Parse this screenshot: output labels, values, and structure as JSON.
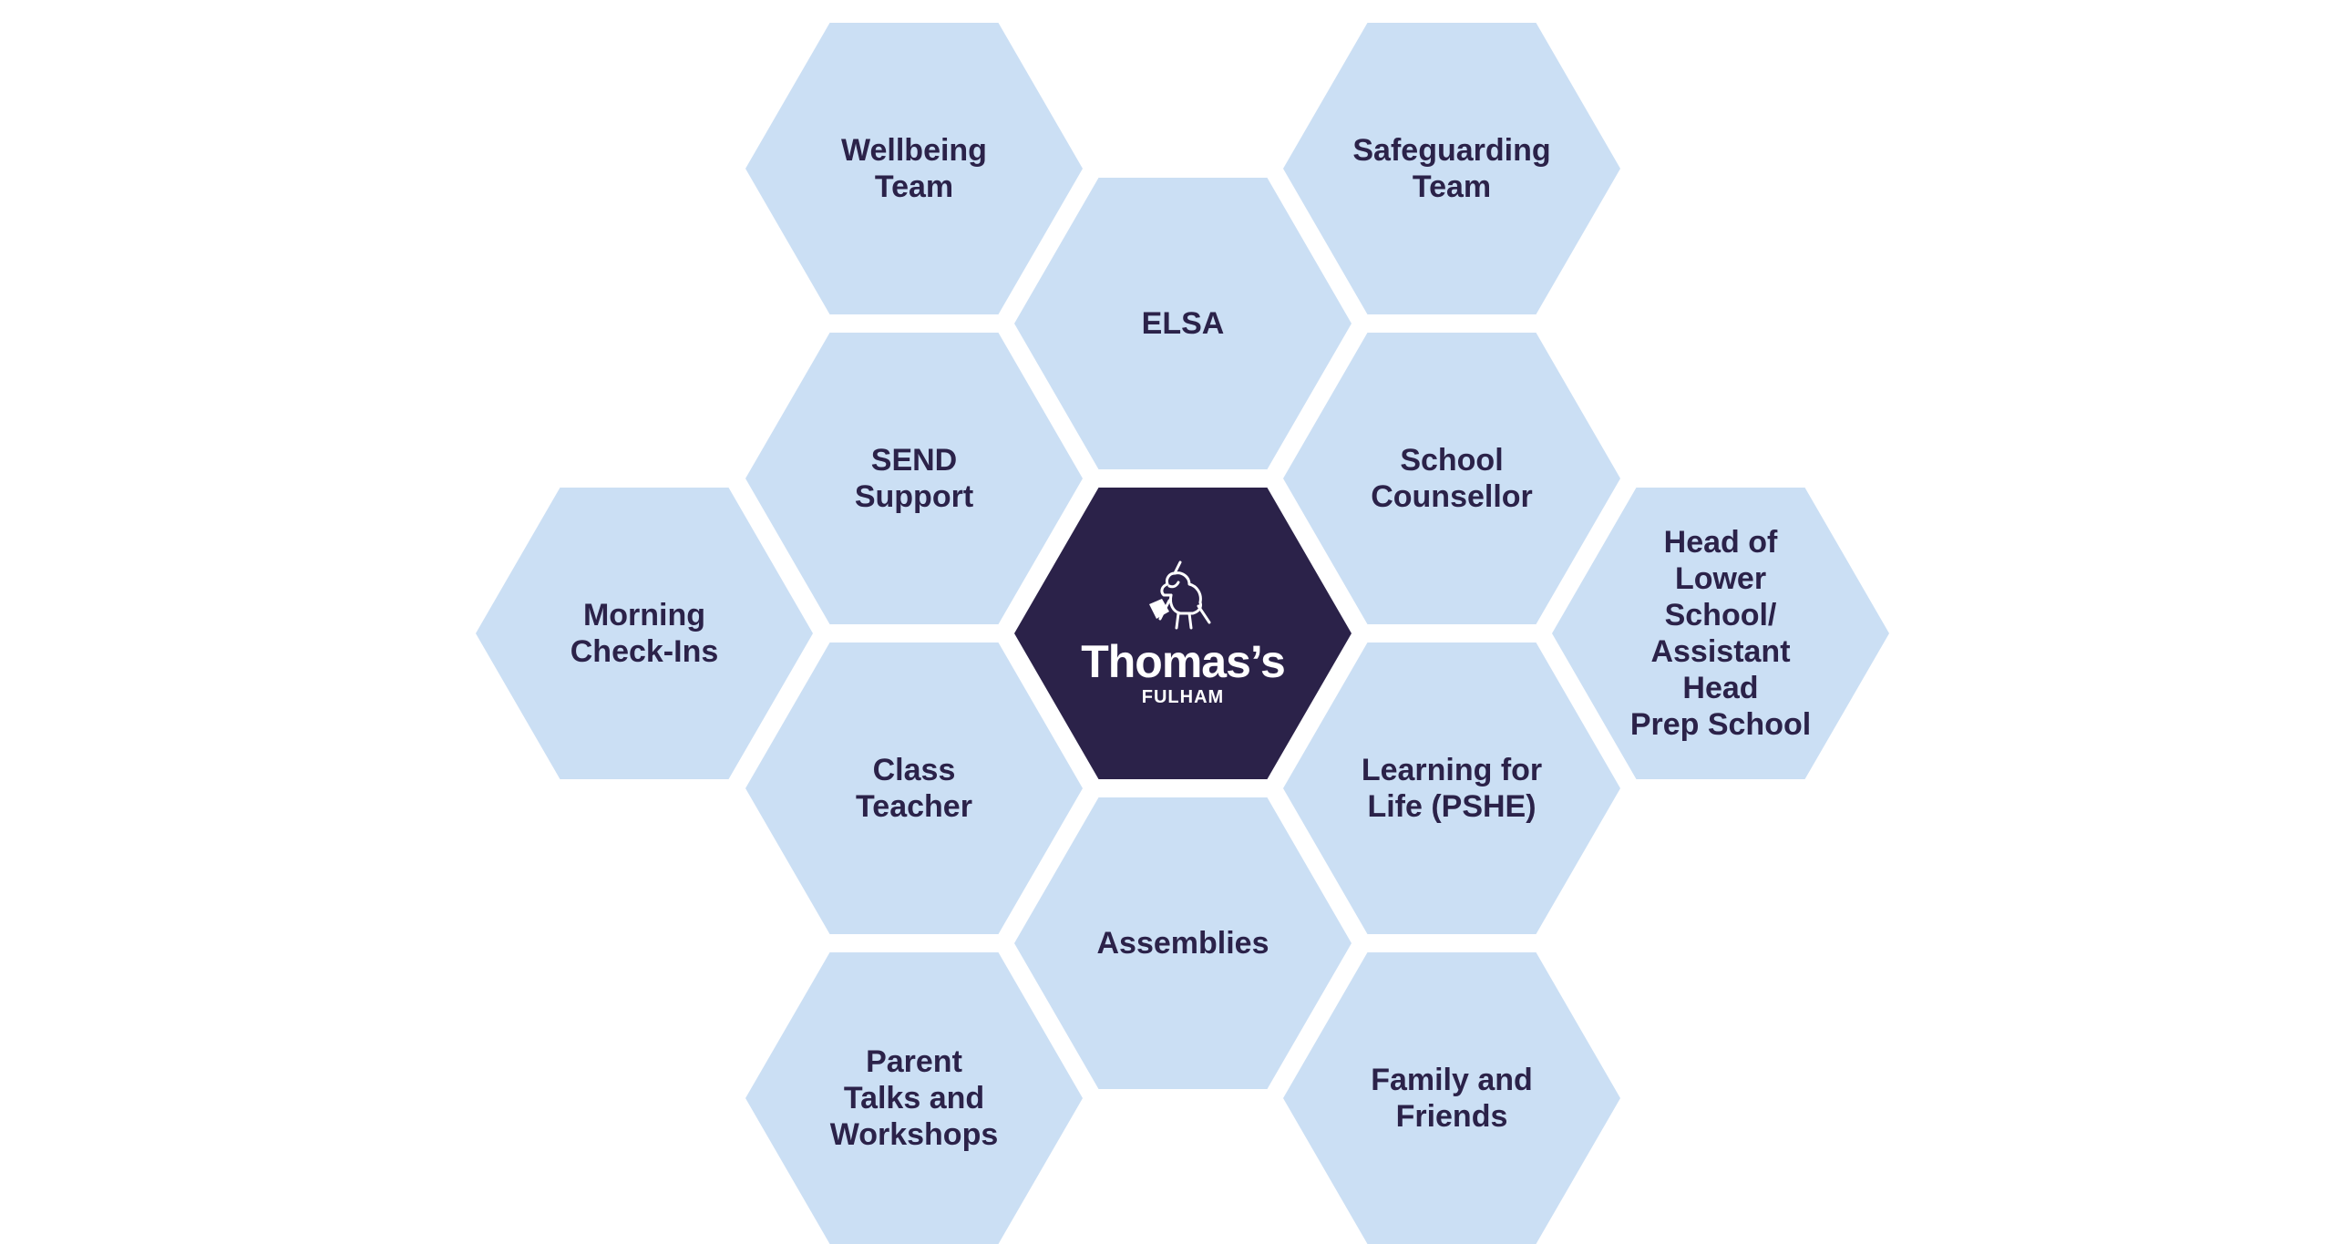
{
  "colors": {
    "background": "#ffffff",
    "hex_fill": "#cbdff4",
    "hex_text": "#2b2249",
    "center_fill": "#2b2249",
    "center_text": "#ffffff"
  },
  "center": {
    "name": "Thomas’s",
    "location": "FULHAM",
    "emblem_icon": "unicorn-crest-icon"
  },
  "hexes": [
    {
      "id": "wellbeing-team",
      "label": "Wellbeing\nTeam",
      "col": 1,
      "row": 0
    },
    {
      "id": "safeguarding-team",
      "label": "Safeguarding\nTeam",
      "col": 3,
      "row": 0
    },
    {
      "id": "elsa",
      "label": "ELSA",
      "col": 2,
      "row": 1
    },
    {
      "id": "send-support",
      "label": "SEND\nSupport",
      "col": 1,
      "row": 2
    },
    {
      "id": "school-counsellor",
      "label": "School\nCounsellor",
      "col": 3,
      "row": 2
    },
    {
      "id": "morning-check-ins",
      "label": "Morning\nCheck-Ins",
      "col": 0,
      "row": 3
    },
    {
      "id": "head-of-lower-school",
      "label": "Head of Lower\nSchool/\nAssistant Head\nPrep School",
      "col": 4,
      "row": 3
    },
    {
      "id": "class-teacher",
      "label": "Class\nTeacher",
      "col": 1,
      "row": 4
    },
    {
      "id": "learning-for-life",
      "label": "Learning for\nLife (PSHE)",
      "col": 3,
      "row": 4
    },
    {
      "id": "assemblies",
      "label": "Assemblies",
      "col": 2,
      "row": 5
    },
    {
      "id": "parent-talks",
      "label": "Parent\nTalks and\nWorkshops",
      "col": 1,
      "row": 6
    },
    {
      "id": "family-and-friends",
      "label": "Family and\nFriends",
      "col": 3,
      "row": 6
    }
  ]
}
